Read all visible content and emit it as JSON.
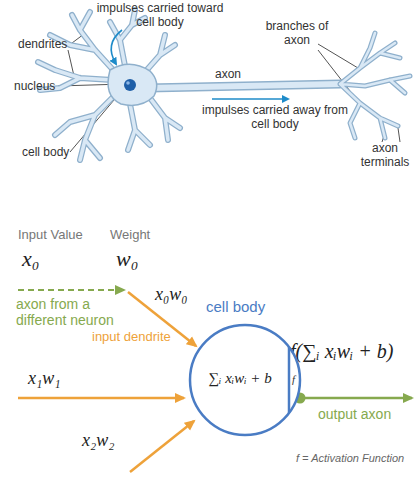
{
  "diagram": {
    "nodes": [
      {
        "text": [
          "cell body",
          "∑ᵢ xᵢwᵢ + b",
          "f"
        ]
      }
    ],
    "labels": [
      "impulses carried toward cell body",
      "dendrites",
      "nucleus",
      "cell body",
      "branches of axon",
      "axon",
      "axon terminals",
      "impulses carried away from cell body",
      "Input Value",
      "Weight",
      "x₀",
      "w₀",
      "axon from a different neuron",
      "x₀w₀",
      "input dendrite",
      "x₁w₁",
      "x₂w₂",
      "f(∑ᵢ xᵢwᵢ + b)",
      "output axon",
      "f = Activation Function"
    ]
  }
}
